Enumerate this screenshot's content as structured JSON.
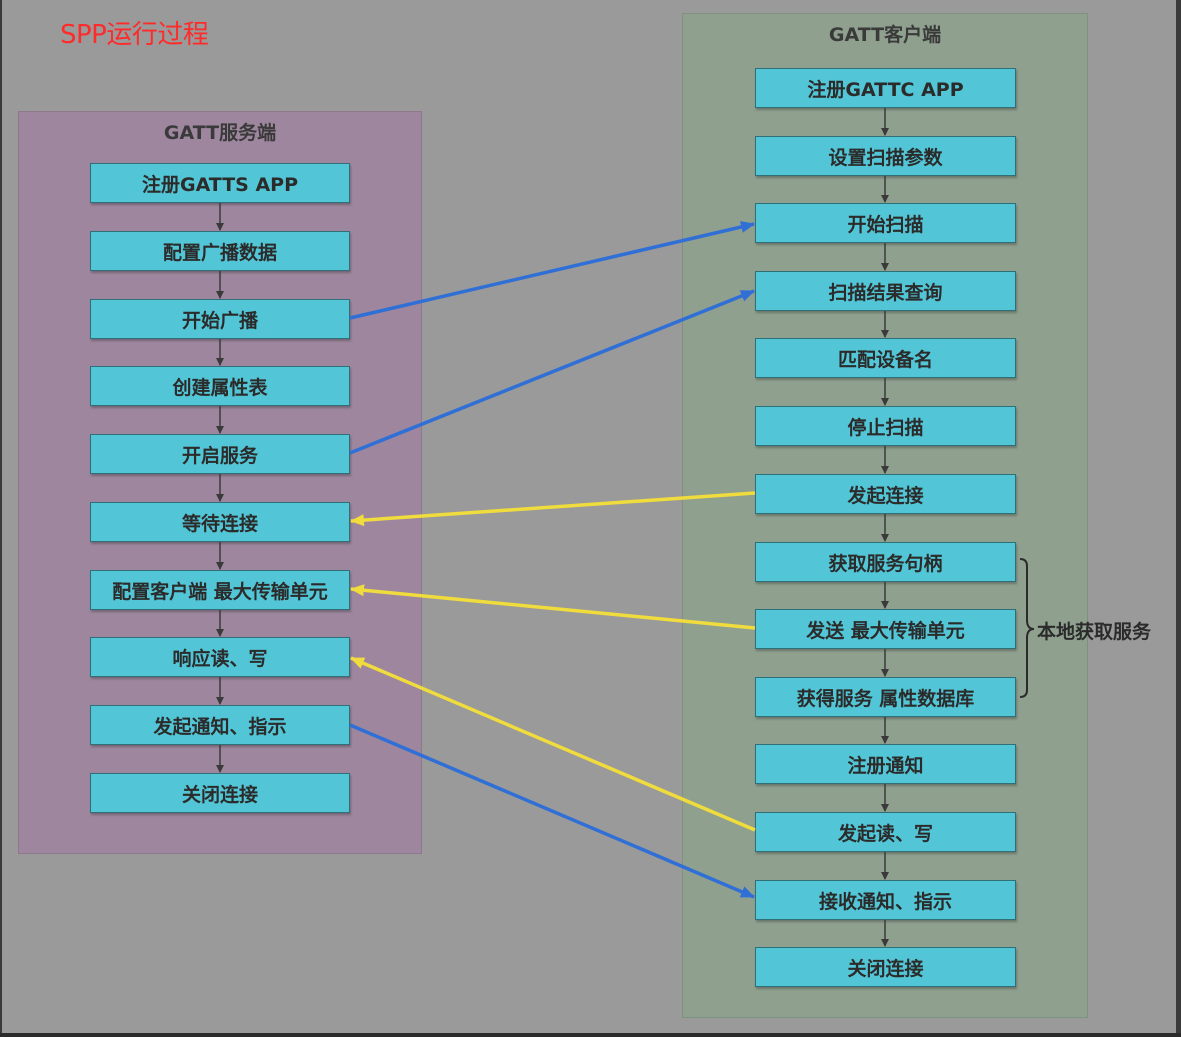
{
  "title": "SPP运行过程",
  "server": {
    "title": "GATT服务端",
    "steps": [
      "注册GATTS APP",
      "配置广播数据",
      "开始广播",
      "创建属性表",
      "开启服务",
      "等待连接",
      "配置客户端 最大传输单元",
      "响应读、写",
      "发起通知、指示",
      "关闭连接"
    ]
  },
  "client": {
    "title": "GATT客户端",
    "steps": [
      "注册GATTC APP",
      "设置扫描参数",
      "开始扫描",
      "扫描结果查询",
      "匹配设备名",
      "停止扫描",
      "发起连接",
      "获取服务句柄",
      "发送 最大传输单元",
      "获得服务 属性数据库",
      "注册通知",
      "发起读、写",
      "接收通知、指示",
      "关闭连接"
    ]
  },
  "bracket_label": "本地获取服务",
  "colors": {
    "blue_link": "#2f6fd6",
    "yellow_link": "#f0dc3c",
    "node": "#52c6d6"
  }
}
